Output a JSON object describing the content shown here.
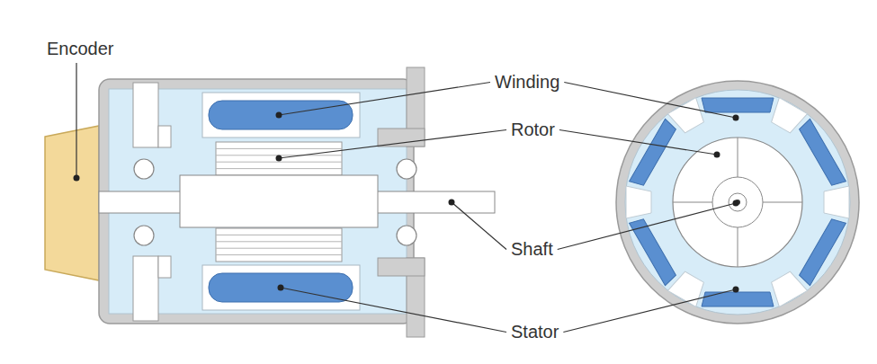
{
  "diagram": {
    "labels": [
      "Encoder",
      "Winding",
      "Rotor",
      "Shaft",
      "Stator"
    ]
  }
}
